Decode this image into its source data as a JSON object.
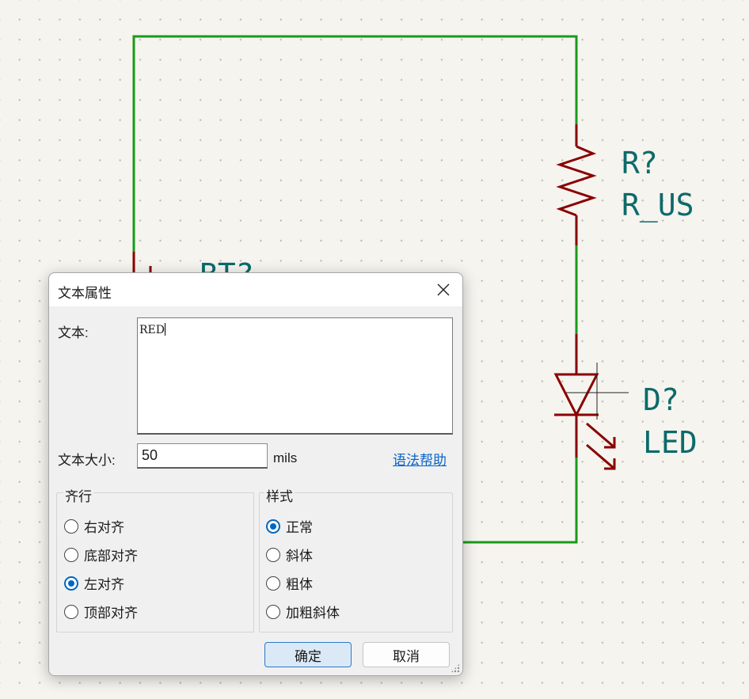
{
  "schematic": {
    "resistor": {
      "ref": "R?",
      "value": "R_US"
    },
    "led": {
      "ref": "D?",
      "value": "LED"
    },
    "battery": {
      "ref_partial": "BT?"
    },
    "colors": {
      "wire": "#1a9a1a",
      "component": "#8a0000",
      "label": "#0c6a6a",
      "background": "#f5f4ef"
    }
  },
  "dialog": {
    "title": "文本属性",
    "text_label": "文本:",
    "text_value": "RED",
    "size_label": "文本大小:",
    "size_value": "50",
    "size_unit": "mils",
    "help_link": "语法帮助",
    "align_group": {
      "title": "齐行",
      "options": [
        "右对齐",
        "底部对齐",
        "左对齐",
        "顶部对齐"
      ],
      "selected": "左对齐"
    },
    "style_group": {
      "title": "样式",
      "options": [
        "正常",
        "斜体",
        "粗体",
        "加粗斜体"
      ],
      "selected": "正常"
    },
    "ok_label": "确定",
    "cancel_label": "取消"
  }
}
